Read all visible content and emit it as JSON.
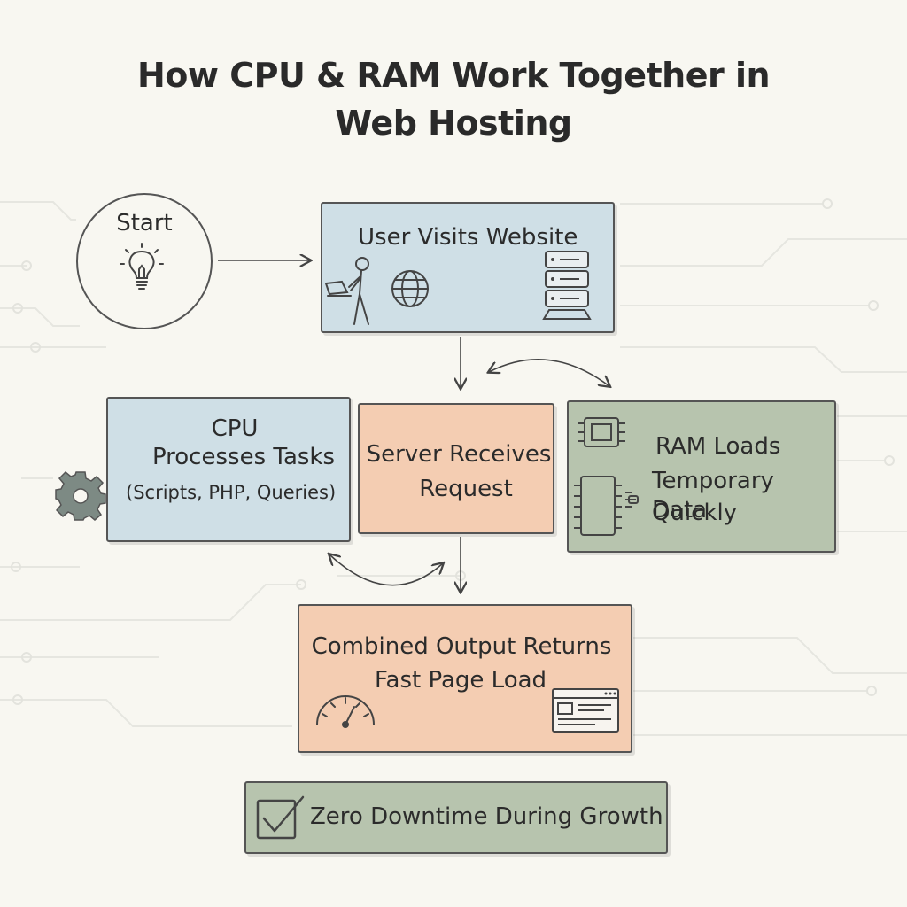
{
  "title": "How CPU & RAM Work Together in Web Hosting",
  "nodes": {
    "start": "Start",
    "user_visits": "User Visits Website",
    "server_receives": {
      "line1": "Server Receives",
      "line2": "Request"
    },
    "cpu": {
      "line1": "CPU",
      "line2": "Processes Tasks",
      "line3": "(Scripts, PHP, Queries)"
    },
    "ram": {
      "line1": "RAM Loads",
      "line2": "Temporary Data",
      "line3": "Quickly"
    },
    "combined": {
      "line1": "Combined Output Returns",
      "line2": "Fast Page Load"
    },
    "zero_downtime": "Zero Downtime During Growth"
  },
  "colors": {
    "blue_box": "#cfdfe6",
    "peach_box": "#f4cdb2",
    "sage_box": "#b7c4ae",
    "ink": "#2b2b2b",
    "circuit_lines": "#e6e6e0"
  },
  "icons": [
    "lightbulb-icon",
    "person-laptop-icon",
    "globe-icon",
    "server-stack-icon",
    "gear-icon",
    "chip-icon",
    "speedometer-icon",
    "browser-window-icon",
    "checkbox-icon"
  ]
}
